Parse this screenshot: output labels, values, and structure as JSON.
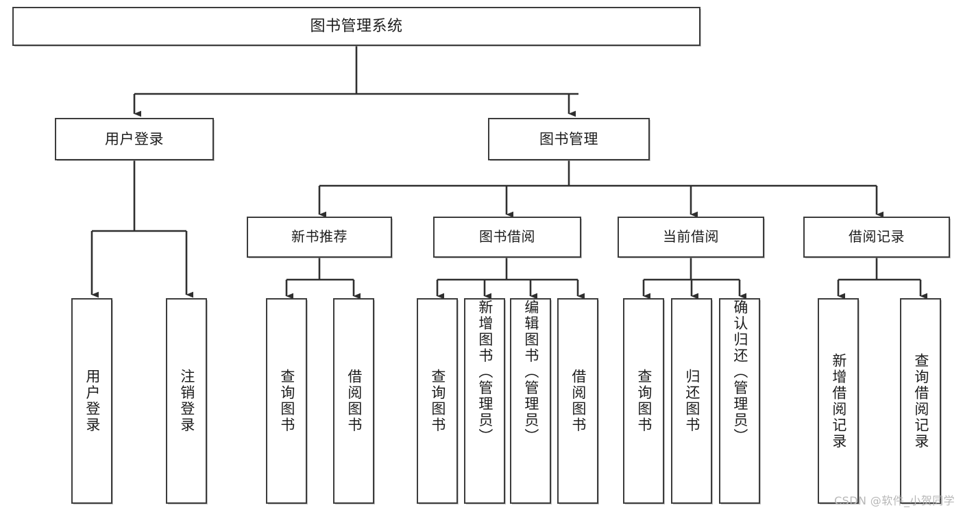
{
  "diagram": {
    "title": "图书管理系统",
    "type": "tree-hierarchy",
    "watermark": "CSDN @软件_小贺同学",
    "colors": {
      "background": "#ffffff",
      "box_border": "#3c3c3c",
      "box_fill": "#ffffff",
      "connector": "#2f2f2f",
      "text": "#1c1c1c",
      "watermark": "#b7b7b7"
    },
    "root": {
      "label": "图书管理系统"
    },
    "level2": [
      {
        "id": "user-login",
        "label": "用户登录"
      },
      {
        "id": "book-management",
        "label": "图书管理"
      }
    ],
    "level3": [
      {
        "id": "new-book-recommend",
        "label": "新书推荐",
        "parent": "book-management"
      },
      {
        "id": "book-borrow",
        "label": "图书借阅",
        "parent": "book-management"
      },
      {
        "id": "current-borrow",
        "label": "当前借阅",
        "parent": "book-management"
      },
      {
        "id": "borrow-record",
        "label": "借阅记录",
        "parent": "book-management"
      }
    ],
    "leaves": [
      {
        "id": "leaf-user-login",
        "label": "用户登录",
        "parent": "user-login",
        "align": "center"
      },
      {
        "id": "leaf-logout-login",
        "label": "注销登录",
        "parent": "user-login",
        "align": "center"
      },
      {
        "id": "leaf-query-book-1",
        "label": "查询图书",
        "parent": "new-book-recommend",
        "align": "center"
      },
      {
        "id": "leaf-borrow-book-1",
        "label": "借阅图书",
        "parent": "new-book-recommend",
        "align": "center"
      },
      {
        "id": "leaf-query-book-2",
        "label": "查询图书",
        "parent": "book-borrow",
        "align": "center"
      },
      {
        "id": "leaf-add-book",
        "label": "新增图书（管理员）",
        "parent": "book-borrow",
        "align": "top"
      },
      {
        "id": "leaf-edit-book",
        "label": "编辑图书（管理员）",
        "parent": "book-borrow",
        "align": "top"
      },
      {
        "id": "leaf-borrow-book-2",
        "label": "借阅图书",
        "parent": "book-borrow",
        "align": "center"
      },
      {
        "id": "leaf-query-book-3",
        "label": "查询图书",
        "parent": "current-borrow",
        "align": "center"
      },
      {
        "id": "leaf-return-book",
        "label": "归还图书",
        "parent": "current-borrow",
        "align": "center"
      },
      {
        "id": "leaf-confirm-return",
        "label": "确认归还（管理员）",
        "parent": "current-borrow",
        "align": "top"
      },
      {
        "id": "leaf-add-record",
        "label": "新增借阅记录",
        "parent": "borrow-record",
        "align": "center"
      },
      {
        "id": "leaf-query-record",
        "label": "查询借阅记录",
        "parent": "borrow-record",
        "align": "center"
      }
    ]
  }
}
